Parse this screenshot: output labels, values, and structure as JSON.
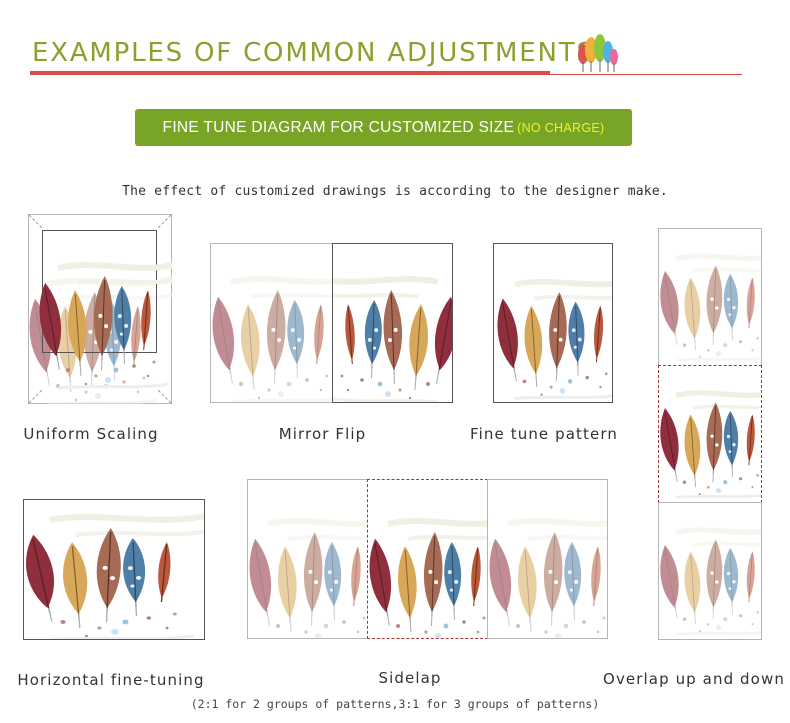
{
  "header": {
    "title": "EXAMPLES OF COMMON ADJUSTMENTS",
    "accent_color": "#8aa12e",
    "rule_color": "#dd4c44",
    "logo_icon": "colorful-trees-icon"
  },
  "banner": {
    "label": "FINE TUNE DIAGRAM FOR CUSTOMIZED SIZE",
    "note": "(NO CHARGE)",
    "background_color": "#79a526",
    "note_color": "#f3ef2b"
  },
  "subtitle": "The effect of customized drawings is according to the designer make.",
  "examples": {
    "uniform_scaling": "Uniform Scaling",
    "mirror_flip": "Mirror Flip",
    "fine_tune_pattern": "Fine tune pattern",
    "overlap_up_down": "Overlap up and down",
    "horizontal_fine_tuning": "Horizontal fine-tuning",
    "sidelap": "Sidelap"
  },
  "footnote": "(2:1 for 2 groups of patterns,3:1 for 3 groups of patterns)"
}
